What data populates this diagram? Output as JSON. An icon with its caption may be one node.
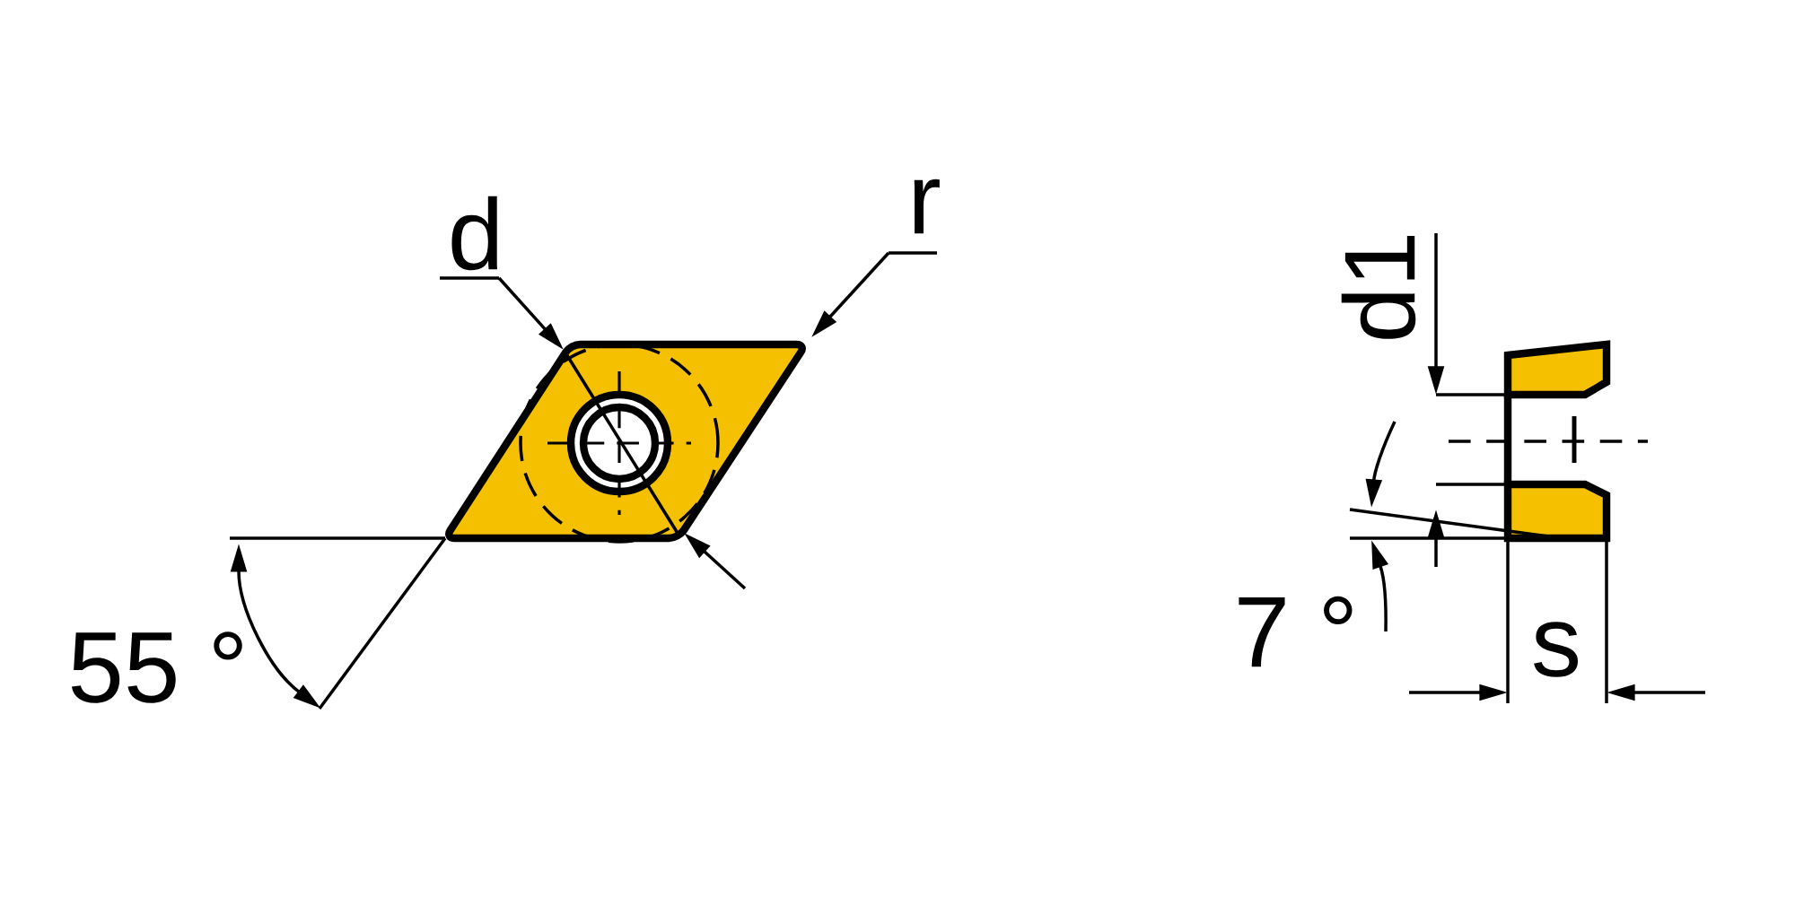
{
  "diagram": {
    "labels": [
      "d",
      "r",
      "55 °",
      "d1",
      "7 °",
      "s"
    ]
  }
}
